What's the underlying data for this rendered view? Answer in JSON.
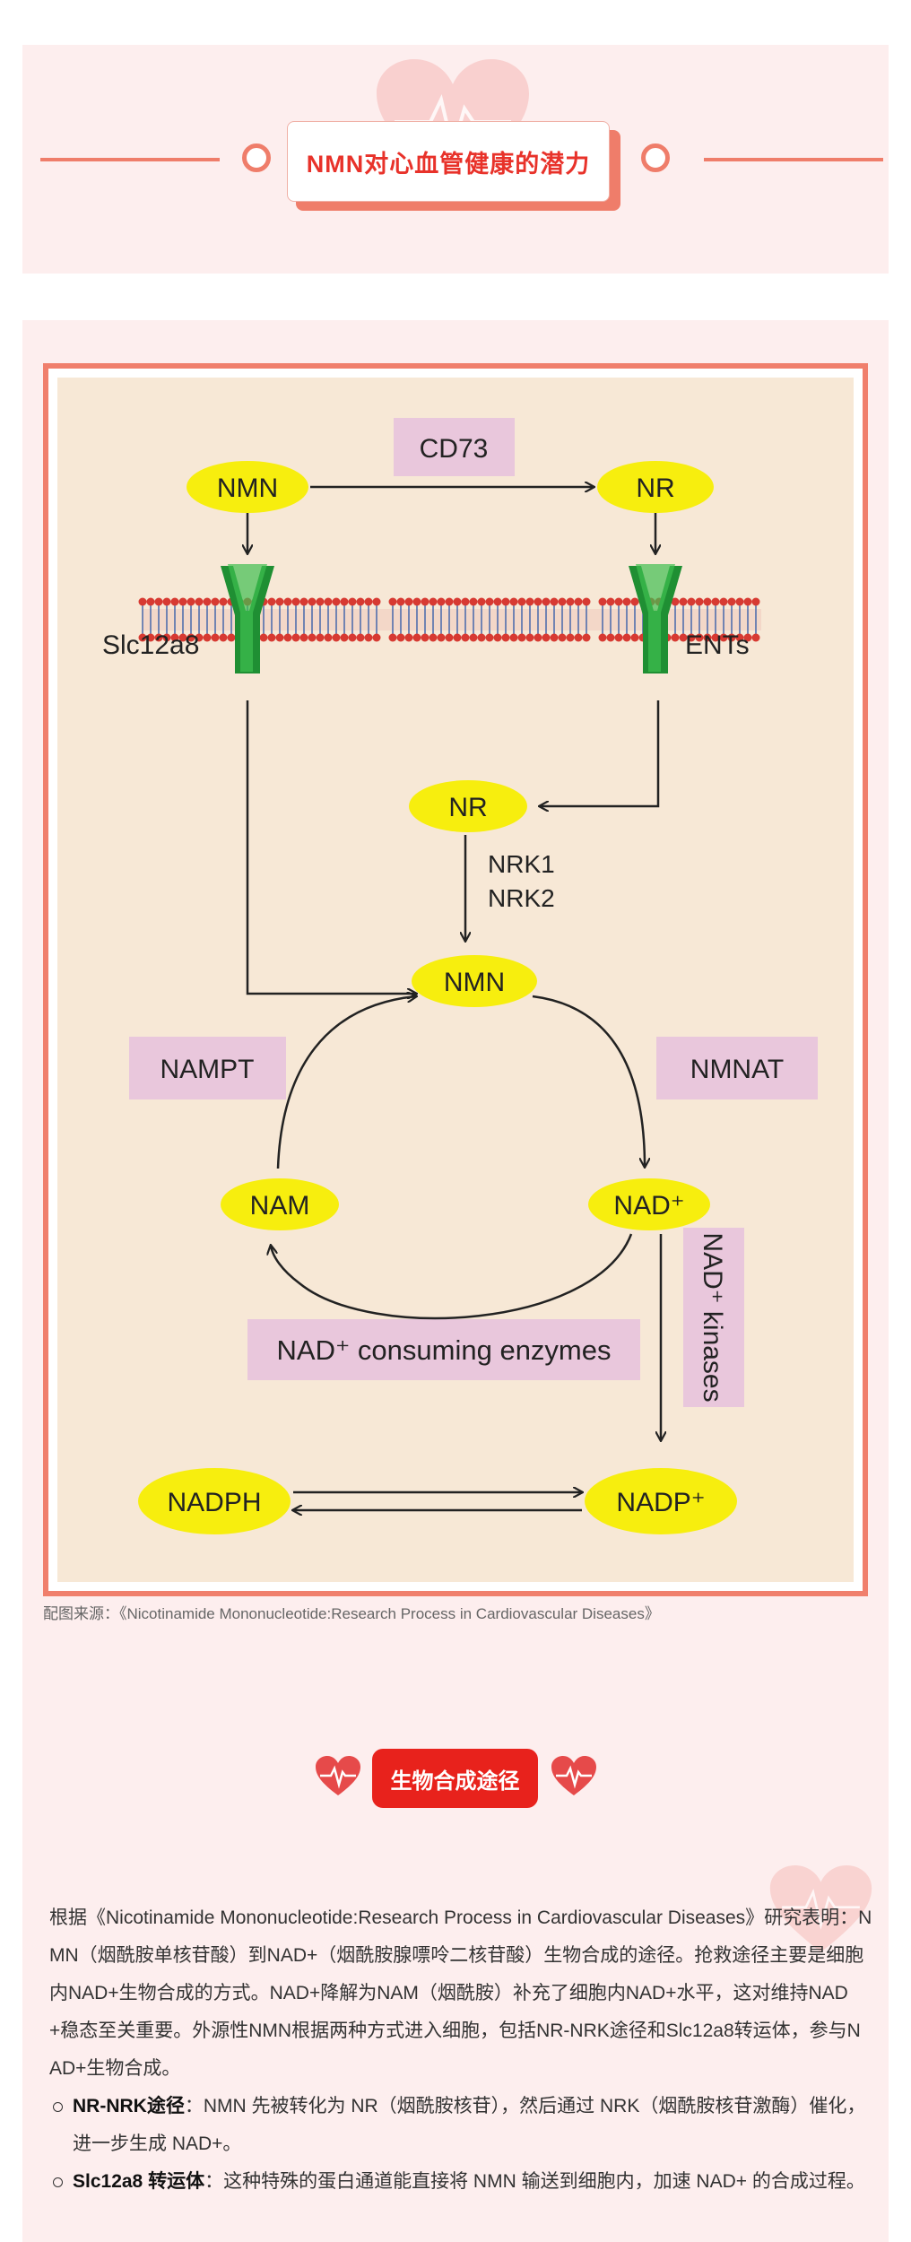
{
  "header": {
    "title": "NMN对心血管健康的潜力"
  },
  "diagram": {
    "nodes": {
      "nmn_top": "NMN",
      "nr_top": "NR",
      "nr_mid": "NR",
      "nmn_center": "NMN",
      "nam": "NAM",
      "nad": "NAD⁺",
      "nadph": "NADPH",
      "nadp": "NADP⁺"
    },
    "labels": {
      "cd73": "CD73",
      "slc12a8": "Slc12a8",
      "ents": "ENTs",
      "nrk1": "NRK1",
      "nrk2": "NRK2",
      "nampt": "NAMPT",
      "nmnat": "NMNAT",
      "consuming": "NAD⁺ consuming enzymes",
      "kinases": "NAD⁺ kinases"
    },
    "colors": {
      "node_fill": "#f7ee0e",
      "enzyme_box": "#e9c7dc",
      "diagram_bg": "#f7e8d6",
      "transporter": "#28a73c",
      "membrane_red": "#d73a32",
      "membrane_blue": "#3b5fa8"
    }
  },
  "caption": "配图来源：《Nicotinamide Mononucleotide:Research Process in Cardiovascular Diseases》",
  "section": {
    "heading": "生物合成途径"
  },
  "body": {
    "paragraph": "根据《Nicotinamide Mononucleotide:Research Process in Cardiovascular Diseases》研究表明：NMN（烟酰胺单核苷酸）到NAD+（烟酰胺腺嘌呤二核苷酸）生物合成的途径。抢救途径主要是细胞内NAD+生物合成的方式。NAD+降解为NAM（烟酰胺）补充了细胞内NAD+水平，这对维持NAD+稳态至关重要。外源性NMN根据两种方式进入细胞，包括NR-NRK途径和Slc12a8转运体，参与NAD+生物合成。",
    "bullets": [
      {
        "title": "NR-NRK途径",
        "text": "：NMN 先被转化为 NR（烟酰胺核苷），然后通过 NRK（烟酰胺核苷激酶）催化，进一步生成 NAD+。"
      },
      {
        "title": "Slc12a8 转运体",
        "text": "：这种特殊的蛋白通道能直接将 NMN 输送到细胞内，加速 NAD+ 的合成过程。"
      }
    ]
  },
  "icons": {
    "heart": "heart-ecg-icon",
    "ring": "ring-ornament-icon"
  }
}
